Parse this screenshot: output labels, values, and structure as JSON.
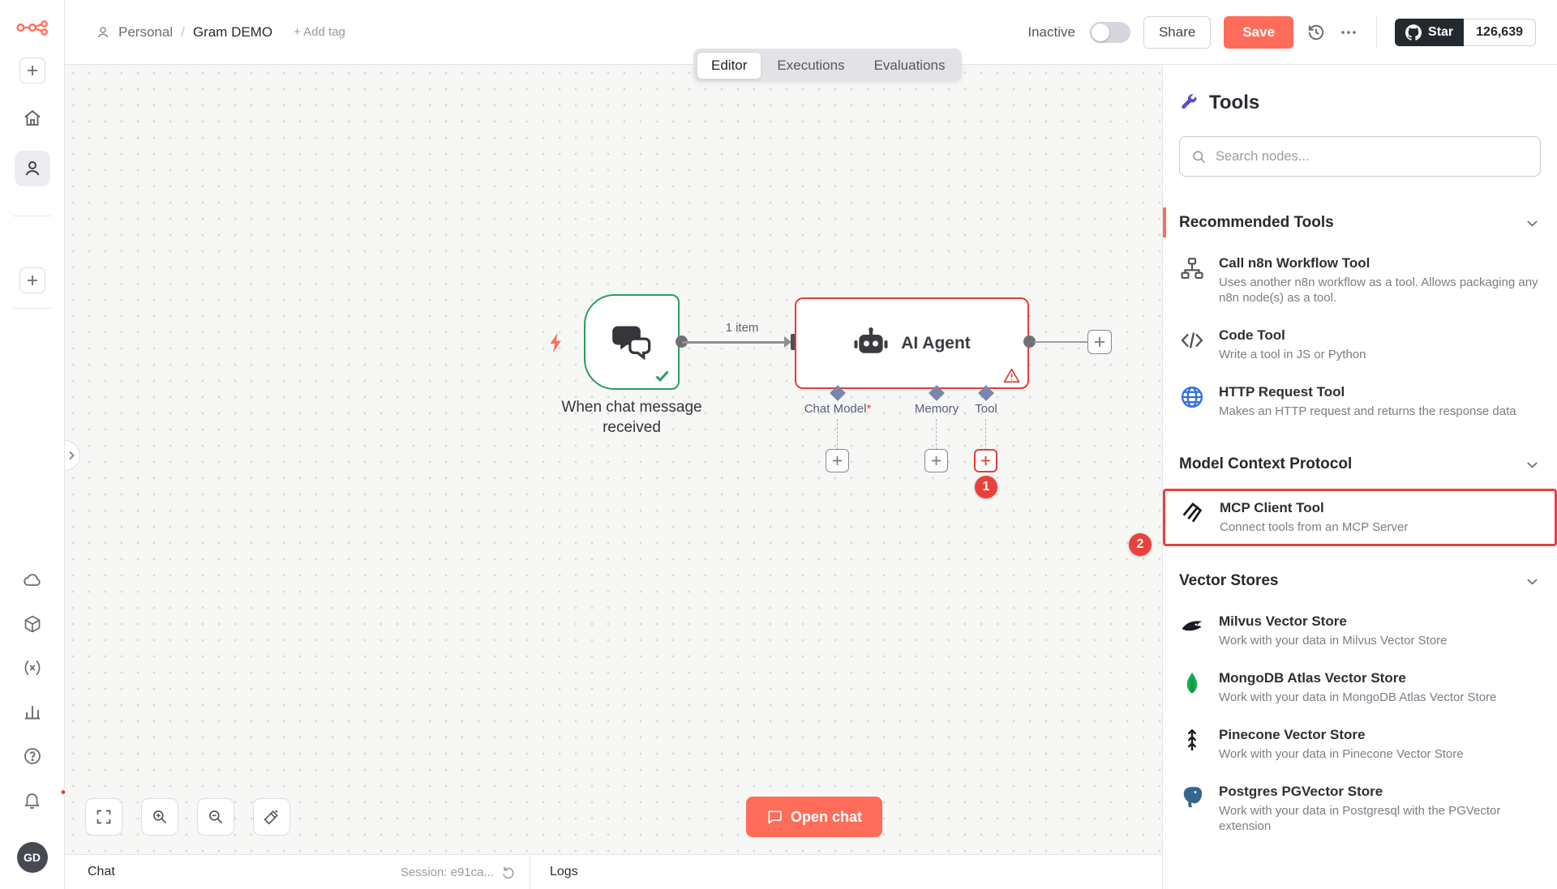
{
  "colors": {
    "accent": "#ff6d5a",
    "danger": "#e0403a",
    "success": "#2a9d63",
    "info": "#2f6fde"
  },
  "rail": {
    "avatar_initials": "GD"
  },
  "header": {
    "project": "Personal",
    "separator": "/",
    "workflow": "Gram DEMO",
    "add_tag": "+ Add tag",
    "tabs": {
      "editor": "Editor",
      "executions": "Executions",
      "evaluations": "Evaluations"
    },
    "activation_label": "Inactive",
    "share": "Share",
    "save": "Save",
    "github": {
      "star": "Star",
      "count": "126,639"
    }
  },
  "canvas": {
    "trigger_label": "When chat message received",
    "connection_label": "1 item",
    "agent_title": "AI Agent",
    "ports": {
      "chat_model": "Chat Model",
      "required_mark": "*",
      "memory": "Memory",
      "tool": "Tool"
    },
    "step1_badge": "1",
    "open_chat": "Open chat"
  },
  "bottom": {
    "chat": "Chat",
    "session": "Session: e91ca...",
    "logs": "Logs"
  },
  "tools": {
    "title": "Tools",
    "search_placeholder": "Search nodes...",
    "step2_badge": "2",
    "sections": [
      {
        "title": "Recommended Tools",
        "items": [
          {
            "name": "Call n8n Workflow Tool",
            "description": "Uses another n8n workflow as a tool. Allows packaging any n8n node(s) as a tool."
          },
          {
            "name": "Code Tool",
            "description": "Write a tool in JS or Python"
          },
          {
            "name": "HTTP Request Tool",
            "description": "Makes an HTTP request and returns the response data"
          }
        ]
      },
      {
        "title": "Model Context Protocol",
        "items": [
          {
            "name": "MCP Client Tool",
            "description": "Connect tools from an MCP Server"
          }
        ]
      },
      {
        "title": "Vector Stores",
        "items": [
          {
            "name": "Milvus Vector Store",
            "description": "Work with your data in Milvus Vector Store"
          },
          {
            "name": "MongoDB Atlas Vector Store",
            "description": "Work with your data in MongoDB Atlas Vector Store"
          },
          {
            "name": "Pinecone Vector Store",
            "description": "Work with your data in Pinecone Vector Store"
          },
          {
            "name": "Postgres PGVector Store",
            "description": "Work with your data in Postgresql with the PGVector extension"
          }
        ]
      }
    ]
  }
}
